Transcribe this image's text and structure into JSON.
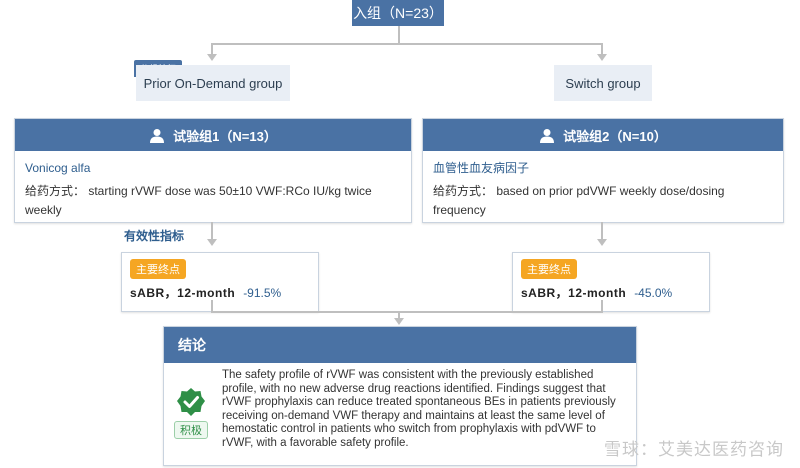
{
  "top": {
    "label": "入组（N=23）"
  },
  "characteristic_tag": "分组特征",
  "subgroups": {
    "left": "Prior On-Demand group",
    "right": "Switch group"
  },
  "arms": [
    {
      "title": "试验组1（N=13）",
      "drug": "Vonicog alfa",
      "dosing": "给药方式：  starting rVWF dose was 50±10 VWF:RCo IU/kg twice weekly"
    },
    {
      "title": "试验组2（N=10）",
      "drug": "血管性血友病因子",
      "dosing": "给药方式：  based on prior pdVWF weekly dose/dosing frequency"
    }
  ],
  "efficacy_label": "有效性指标",
  "endpoints": [
    {
      "tag": "主要终点",
      "label": "sABR，12-month",
      "value": "-91.5%"
    },
    {
      "tag": "主要终点",
      "label": "sABR，12-month",
      "value": "-45.0%"
    }
  ],
  "conclusion": {
    "title": "结论",
    "badge": "积极",
    "text": "The safety profile of rVWF was consistent with the previously established profile, with no new adverse drug reactions identified. Findings suggest that rVWF prophylaxis can reduce treated spontaneous BEs in patients previously receiving on-demand VWF therapy and maintains at least the same level of hemostatic control in patients who switch from prophylaxis with pdVWF to rVWF, with a favorable safety profile."
  },
  "watermark": "雪球：艾美达医药咨询",
  "colors": {
    "primary": "#4a72a4",
    "accent": "#f5a623",
    "positive": "#2f8f47"
  }
}
